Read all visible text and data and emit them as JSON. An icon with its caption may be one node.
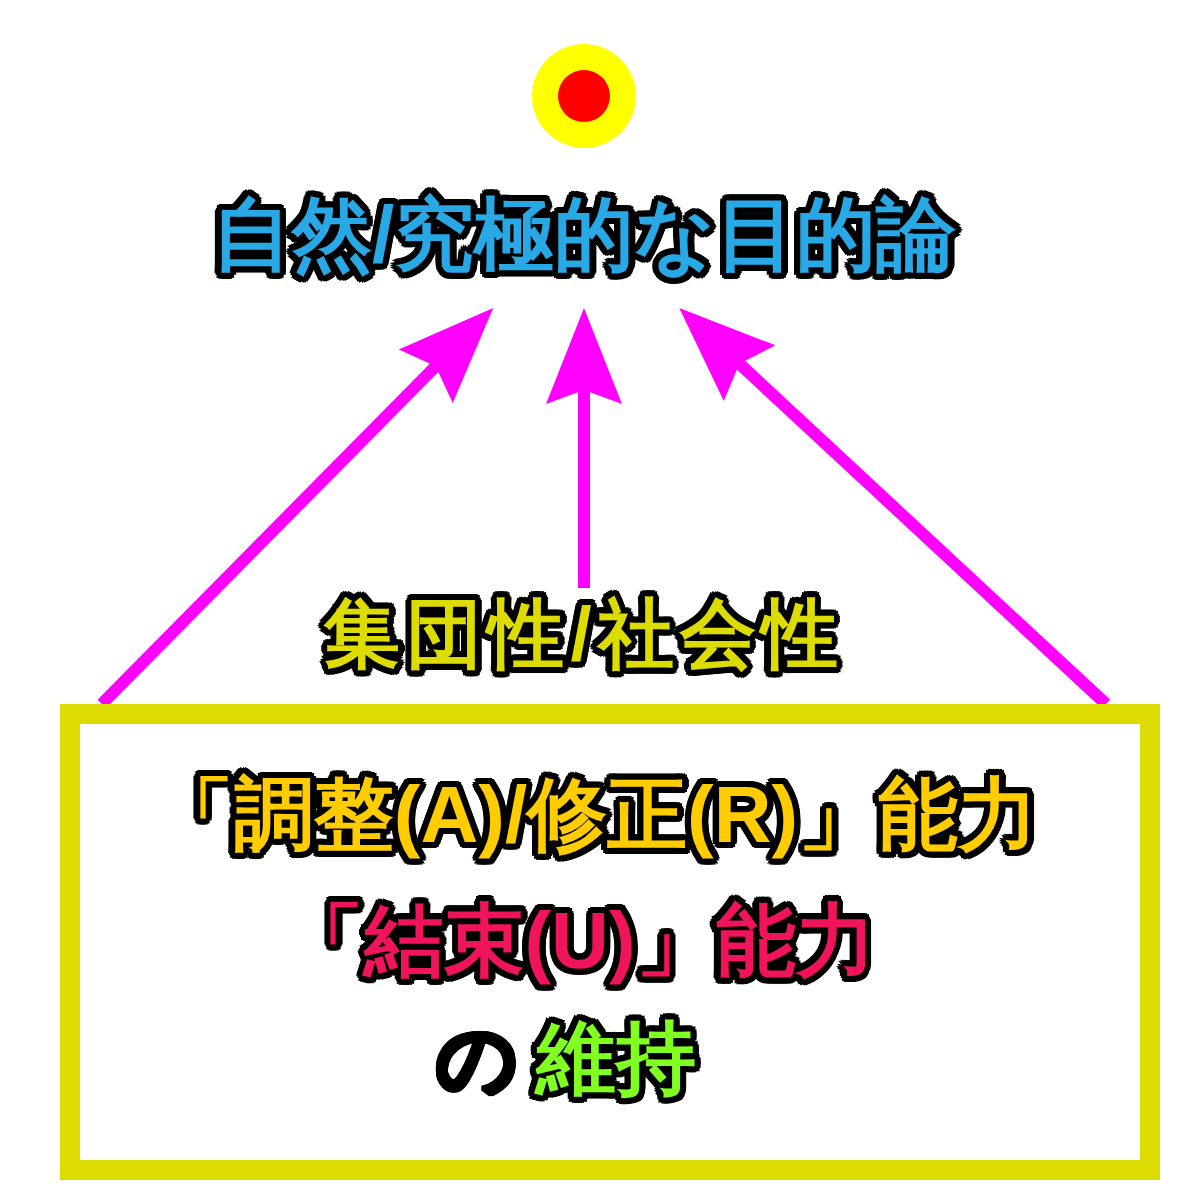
{
  "diagram": {
    "nodes": [
      {
        "text": [
          "自然/究極的な目的論"
        ]
      },
      {
        "text": [
          "集団性/社会性"
        ]
      },
      {
        "text": [
          "「調整(A)/修正(R)」能力",
          "「結束(U)」能力",
          "の",
          "維持"
        ]
      }
    ],
    "edges": [
      {
        "from": 2,
        "to": 0,
        "arrow": "to"
      },
      {
        "from": 1,
        "to": 0,
        "arrow": "to"
      },
      {
        "from": 2,
        "to": 0,
        "arrow": "to"
      }
    ]
  }
}
